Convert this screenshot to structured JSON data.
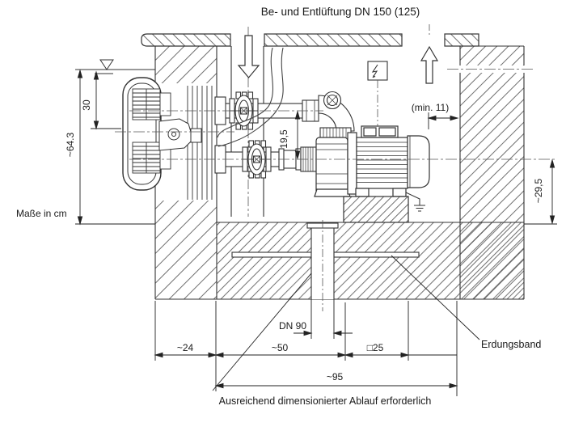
{
  "title": "Be- und Entlüftung DN 150 (125)",
  "notes": {
    "units": "Maße in cm",
    "drain": "Ausreichend dimensionierter Ablauf erforderlich",
    "grounding": "Erdungsband"
  },
  "dimensions": {
    "water_to_nozzle": "30",
    "water_to_floor": "~64.3",
    "pipe_spacing": "19,5",
    "motor_wall_gap": "(min. 11)",
    "axis_to_floor": "~29,5",
    "wall_thickness": "~24",
    "wall_to_plinth": "~50",
    "plinth_size": "□25",
    "pit_width": "~95",
    "drain_size": "DN 90"
  },
  "colors": {
    "line": "#333333",
    "dimline": "#222222",
    "background": "#ffffff"
  }
}
